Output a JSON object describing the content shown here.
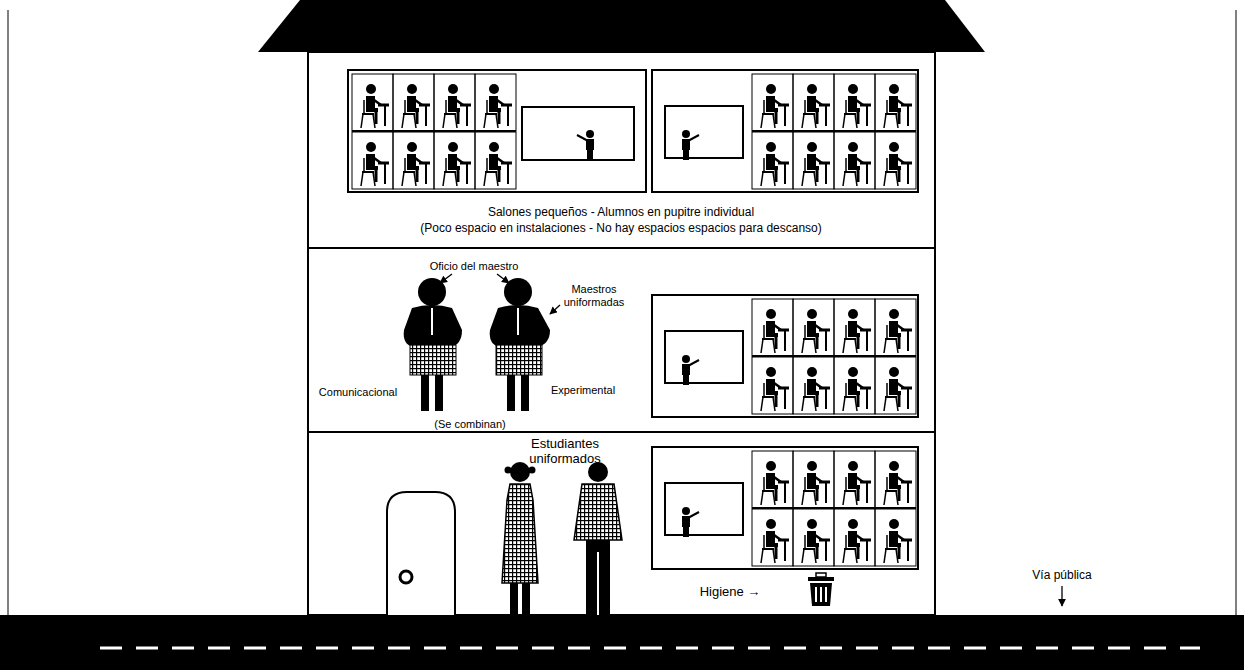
{
  "diagram": {
    "labels": [
      "Salones pequeños - Alumnos en pupitre individual",
      "(Poco espacio en instalaciones - No hay espacios espacios para descanso)",
      "Oficio del maestro",
      "Maestros uniformadas",
      "Comunicacional",
      "Experimental",
      "(Se combinan)",
      "Estudiantes uniformados",
      "Higiene →",
      "Vía pública"
    ]
  }
}
